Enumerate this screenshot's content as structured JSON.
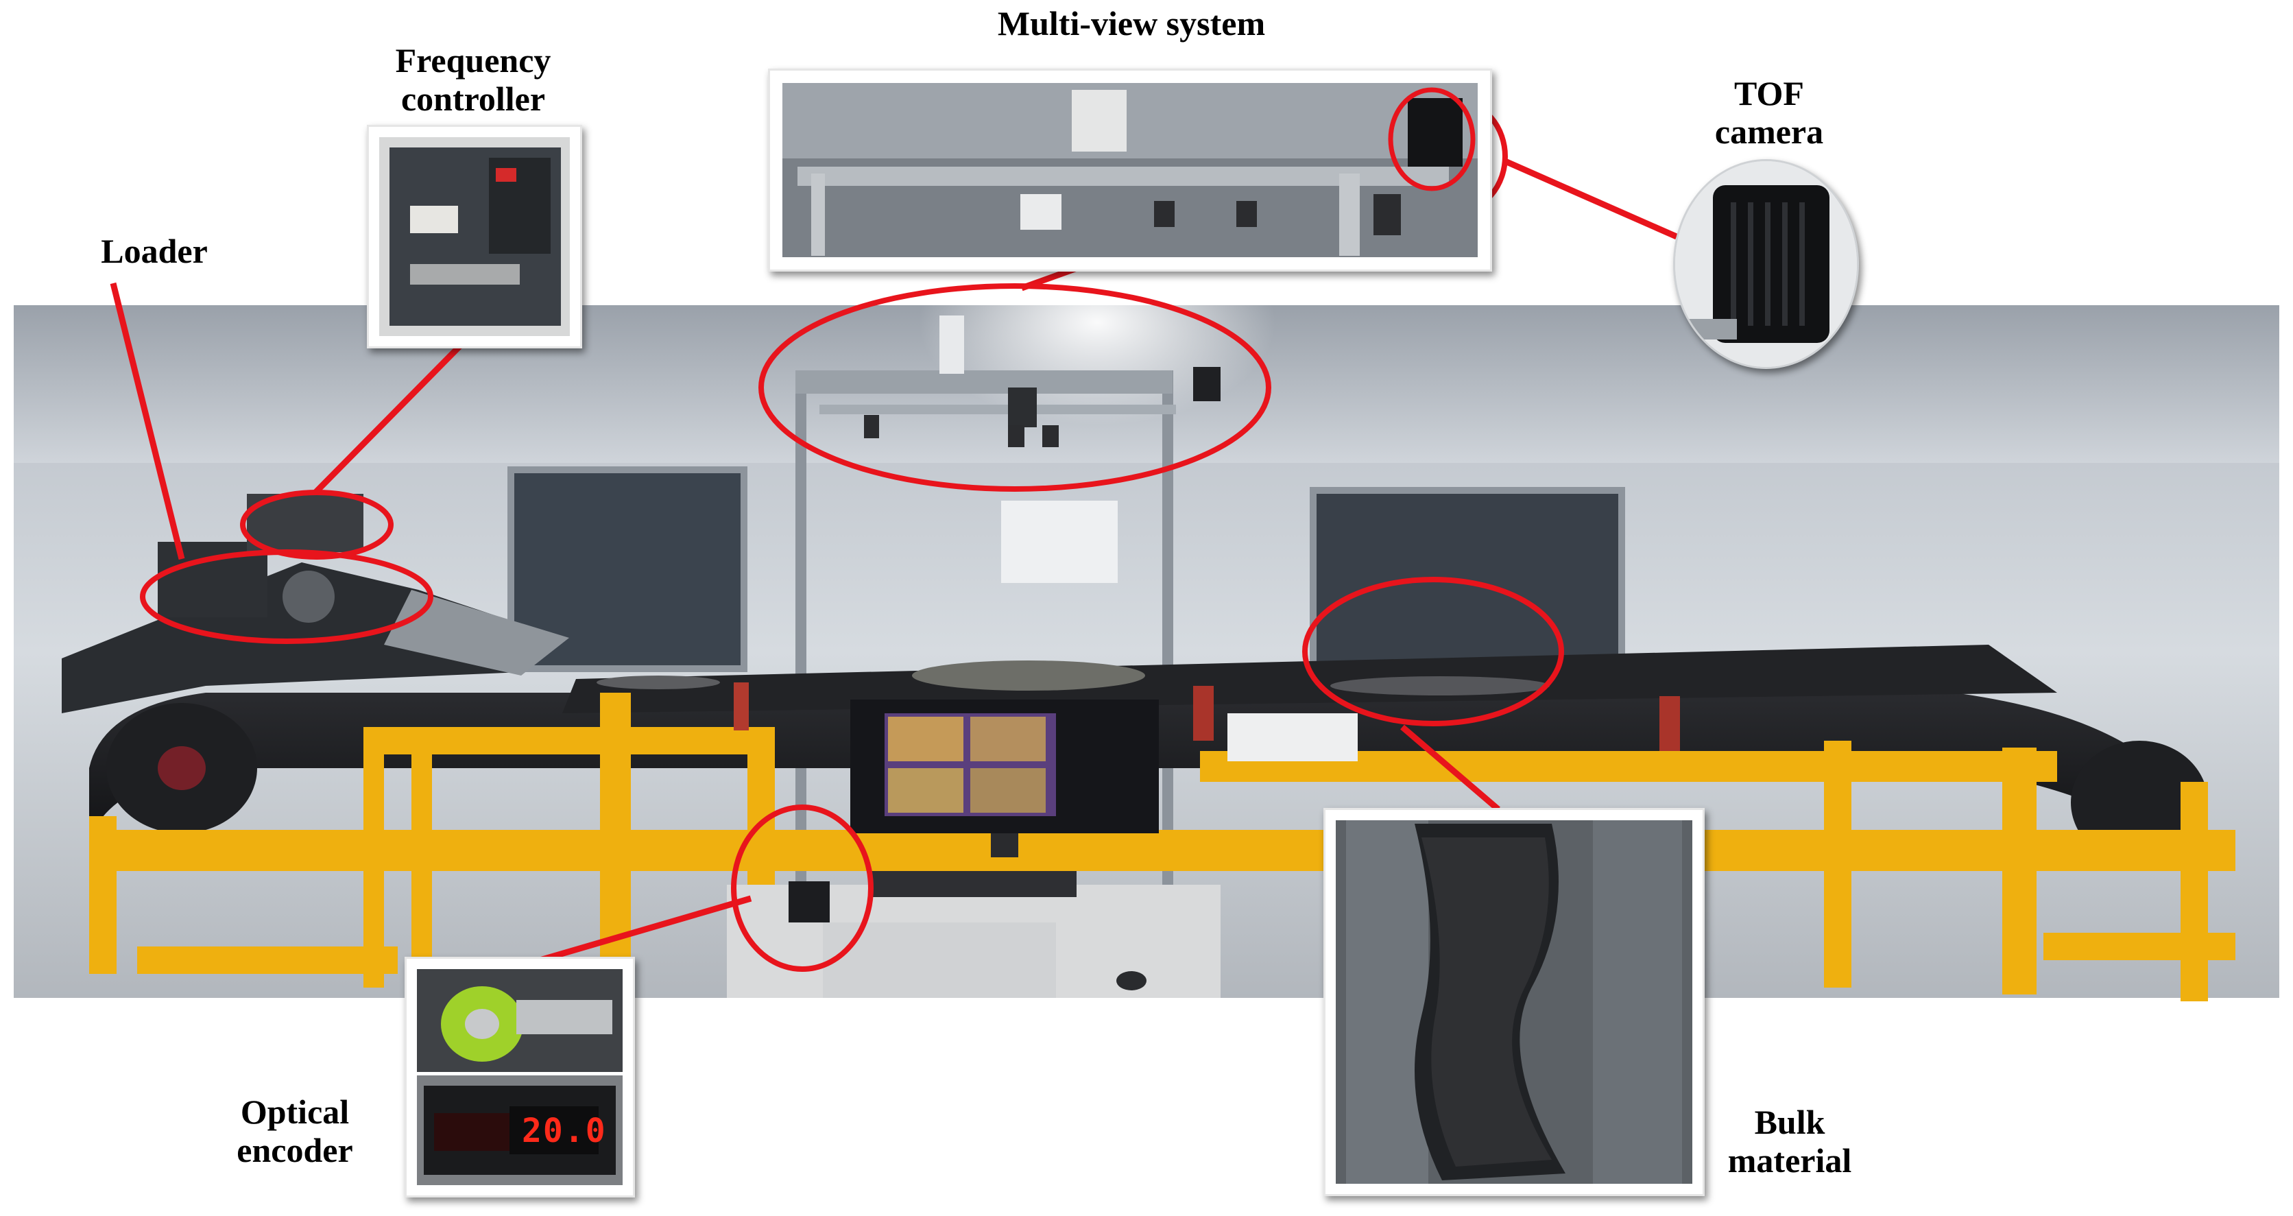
{
  "labels": {
    "multiview": "Multi-view system",
    "frequency": "Frequency controller",
    "loader": "Loader",
    "tof": "TOF camera",
    "optical": "Optical encoder",
    "bulk": "Bulk material"
  },
  "encoder_display": "20.0",
  "colors": {
    "callout_red": "#e8141c",
    "frame_yellow": "#f2b310",
    "belt_dark": "#1c1d20",
    "wall": "#c9cfd6",
    "display_red": "#ff2a1a"
  }
}
